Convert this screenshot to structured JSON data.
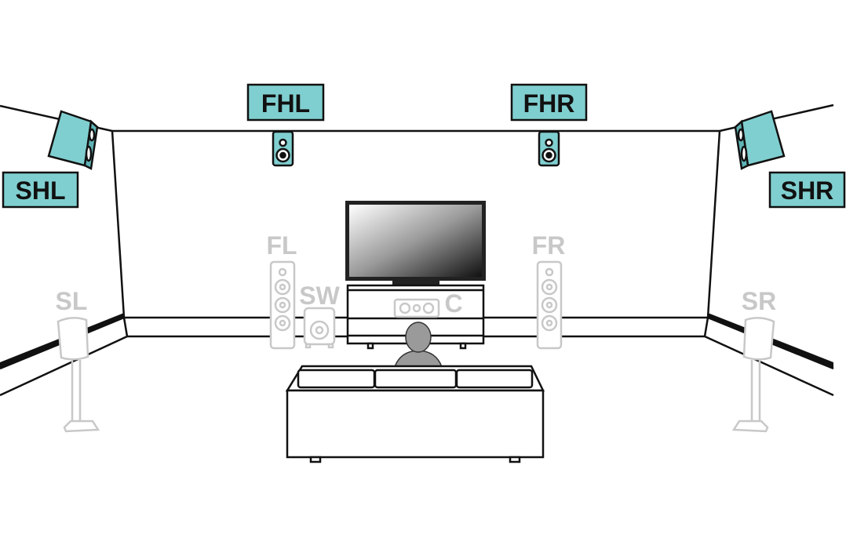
{
  "diagram": {
    "accent_color": "#80cfd0",
    "inactive_color": "#c8c8c8",
    "highlighted_labels": {
      "fhl": "FHL",
      "fhr": "FHR",
      "shl": "SHL",
      "shr": "SHR"
    },
    "inactive_labels": {
      "fl": "FL",
      "fr": "FR",
      "sw": "SW",
      "c": "C",
      "sl": "SL",
      "sr": "SR"
    }
  }
}
